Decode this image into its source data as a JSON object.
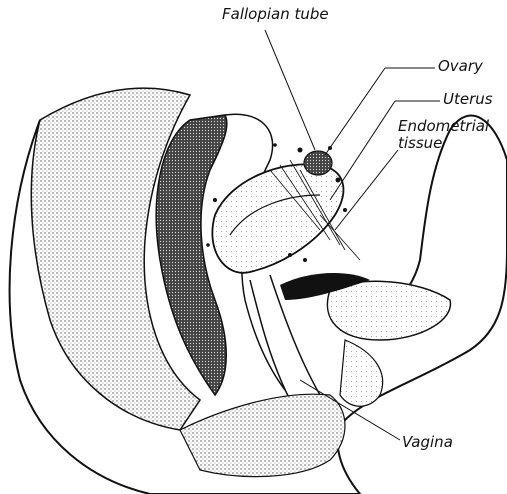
{
  "figure": {
    "labels": {
      "fallopian_tube": "Fallopian tube",
      "ovary": "Ovary",
      "uterus": "Uterus",
      "endometrial_line1": "Endometrial",
      "endometrial_line2": "tissue",
      "vagina": "Vagina"
    }
  }
}
